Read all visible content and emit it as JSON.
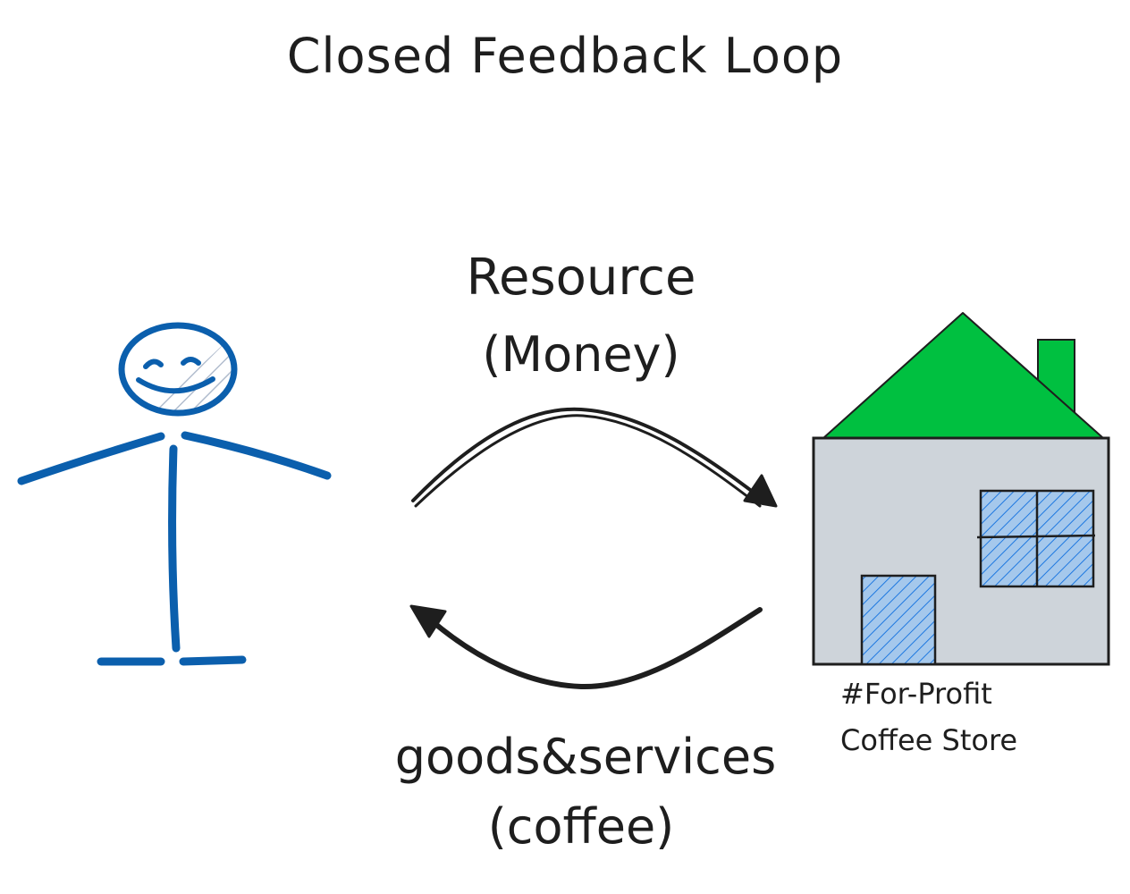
{
  "diagram": {
    "title": "Closed Feedback Loop",
    "top_flow": {
      "label_line1": "Resource",
      "label_line2": "(Money)"
    },
    "bottom_flow": {
      "label_line1": "goods&services",
      "label_line2": "(coffee)"
    },
    "store": {
      "tag": "#For-Profit",
      "name": "Coffee Store"
    }
  },
  "colors": {
    "person": "#0b5fad",
    "person_face_hatch": "#a9b6c9",
    "roof": "#00c040",
    "wall": "#ced4da",
    "window_hatch": "#1e78e0",
    "window_fill": "#a5c8ec",
    "stroke": "#1e1e1e"
  }
}
